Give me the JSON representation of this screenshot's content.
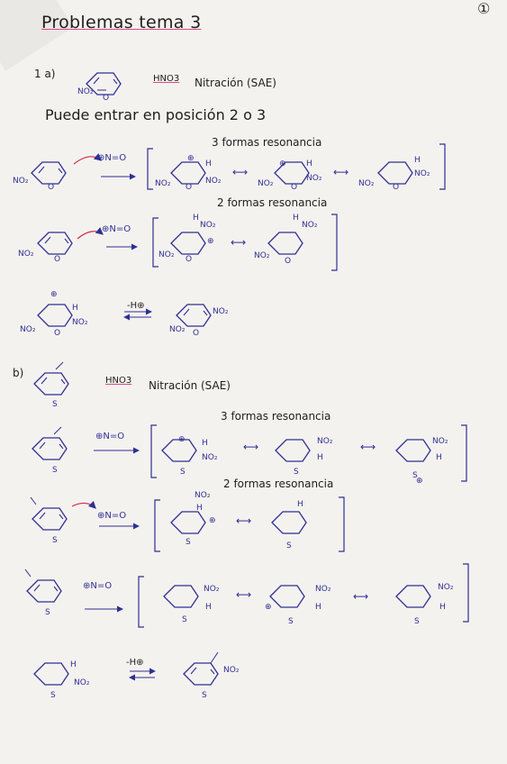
{
  "page_number": "①",
  "title": "Problemas tema 3",
  "part_a": {
    "label": "1 a)",
    "reagent": "HNO3",
    "reaction": "Nitración (SAE)",
    "note": "Puede entrar en posición 2 o 3",
    "resonance_3": "3 formas resonancia",
    "resonance_2": "2 formas resonancia",
    "electrophile": "⊕N=O",
    "substituent": "NO2",
    "proton_loss": "-H⊕"
  },
  "part_b": {
    "label": "b)",
    "reagent": "HNO3",
    "reaction": "Nitración (SAE)",
    "resonance_3": "3 formas resonancia",
    "resonance_2": "2 formas resonancia",
    "electrophile": "⊕N=O",
    "substituent": "NO2",
    "proton_loss": "-H⊕"
  },
  "colors": {
    "ink_blue": "#2f2f95",
    "ink_black": "#1e1e1e",
    "accent_red": "#d42a4a",
    "paper": "#f4f2ee"
  }
}
